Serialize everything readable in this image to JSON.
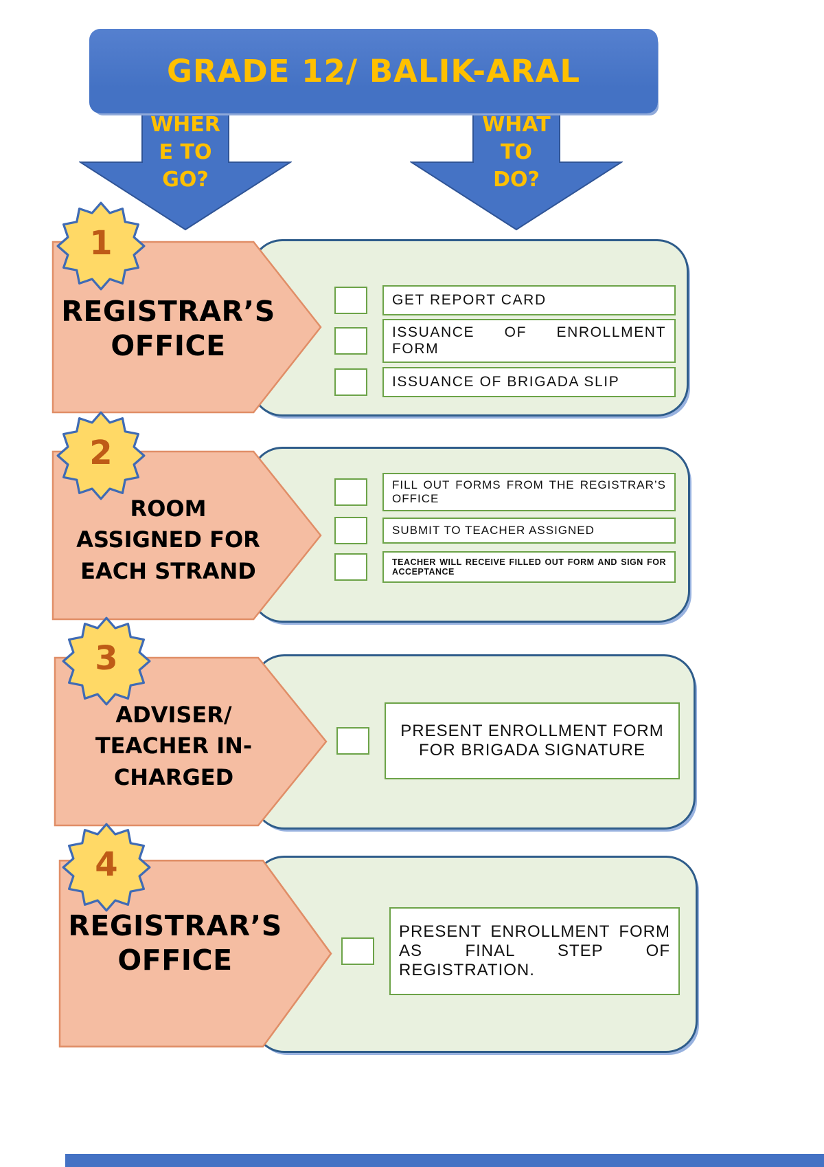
{
  "banner": {
    "title": "GRADE 12/ BALIK-ARAL"
  },
  "arrows": {
    "left_label": "WHER\nE TO\nGO?",
    "right_label": "WHAT\nTO\nDO?"
  },
  "steps": [
    {
      "number": "1",
      "location": "REGISTRAR’S\nOFFICE",
      "tasks": [
        "GET REPORT CARD",
        "ISSUANCE OF ENROLLMENT FORM",
        "ISSUANCE OF BRIGADA SLIP"
      ]
    },
    {
      "number": "2",
      "location": "ROOM\nASSIGNED FOR\nEACH STRAND",
      "tasks": [
        "FILL OUT FORMS FROM THE REGISTRAR’S OFFICE",
        "SUBMIT TO TEACHER ASSIGNED",
        "TEACHER WILL RECEIVE FILLED OUT FORM AND SIGN FOR ACCEPTANCE"
      ]
    },
    {
      "number": "3",
      "location": "ADVISER/\nTEACHER IN-\nCHARGED",
      "tasks": [
        "PRESENT ENROLLMENT FORM FOR BRIGADA SIGNATURE"
      ]
    },
    {
      "number": "4",
      "location": "REGISTRAR’S\nOFFICE",
      "tasks": [
        "PRESENT ENROLLMENT FORM AS FINAL STEP OF REGISTRATION."
      ]
    }
  ],
  "colors": {
    "banner_blue": "#4472C4",
    "arrow_border_blue": "#2F5496",
    "title_yellow": "#FFC000",
    "badge_yellow": "#FFD966",
    "badge_number_orange": "#BE5B17",
    "location_fill": "#F5BDA2",
    "location_border": "#E08E67",
    "panel_fill": "#E9F1DF",
    "panel_border": "#2E5C8A",
    "task_border_green": "#6CA348"
  }
}
